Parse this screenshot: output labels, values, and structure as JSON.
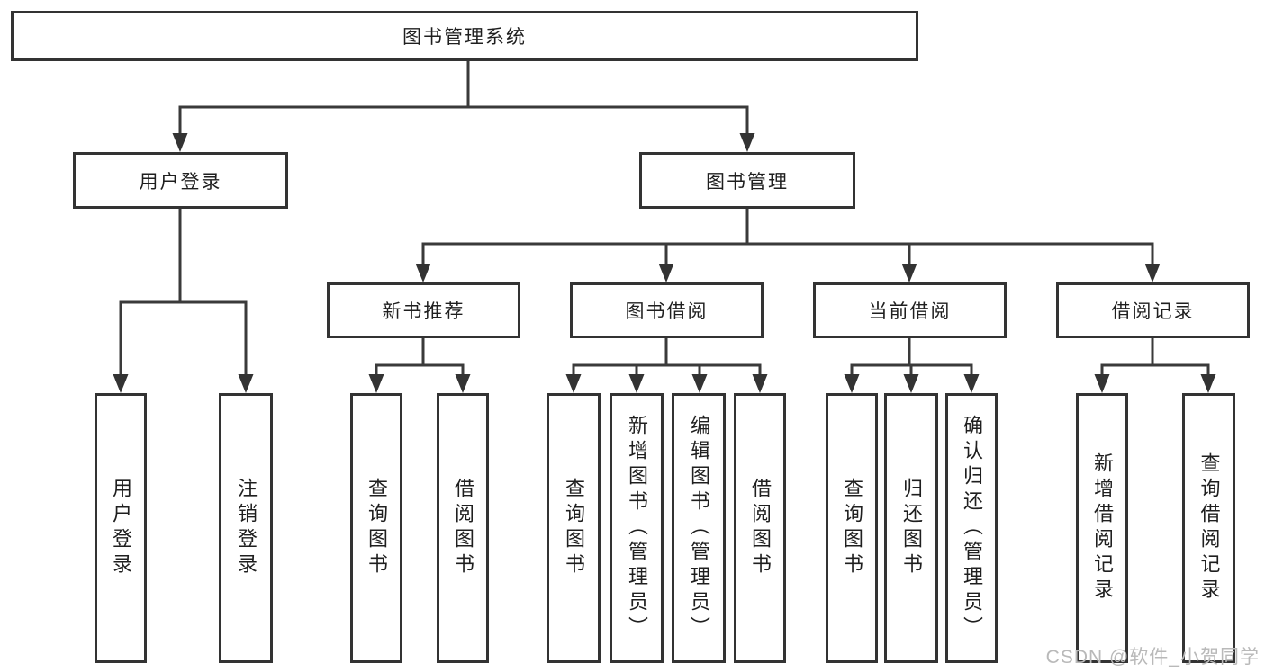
{
  "tree": {
    "root": {
      "label": "图书管理系统"
    },
    "branches": [
      {
        "label": "用户登录",
        "children": [
          {
            "label": "用户登录"
          },
          {
            "label": "注销登录"
          }
        ]
      },
      {
        "label": "图书管理",
        "children": [
          {
            "label": "新书推荐",
            "children": [
              {
                "label": "查询图书"
              },
              {
                "label": "借阅图书"
              }
            ]
          },
          {
            "label": "图书借阅",
            "children": [
              {
                "label": "查询图书"
              },
              {
                "label": "新增图书（管理员）"
              },
              {
                "label": "编辑图书（管理员）"
              },
              {
                "label": "借阅图书"
              }
            ]
          },
          {
            "label": "当前借阅",
            "children": [
              {
                "label": "查询图书"
              },
              {
                "label": "归还图书"
              },
              {
                "label": "确认归还（管理员）"
              }
            ]
          },
          {
            "label": "借阅记录",
            "children": [
              {
                "label": "新增借阅记录"
              },
              {
                "label": "查询借阅记录"
              }
            ]
          }
        ]
      }
    ]
  },
  "watermark": {
    "text": "CSDN @软件_小贺同学"
  },
  "colors": {
    "line": "#3a3a3a",
    "box_border": "#333333",
    "text": "#1f1f1f",
    "watermark": "#b9b9b9",
    "background": "#ffffff"
  }
}
